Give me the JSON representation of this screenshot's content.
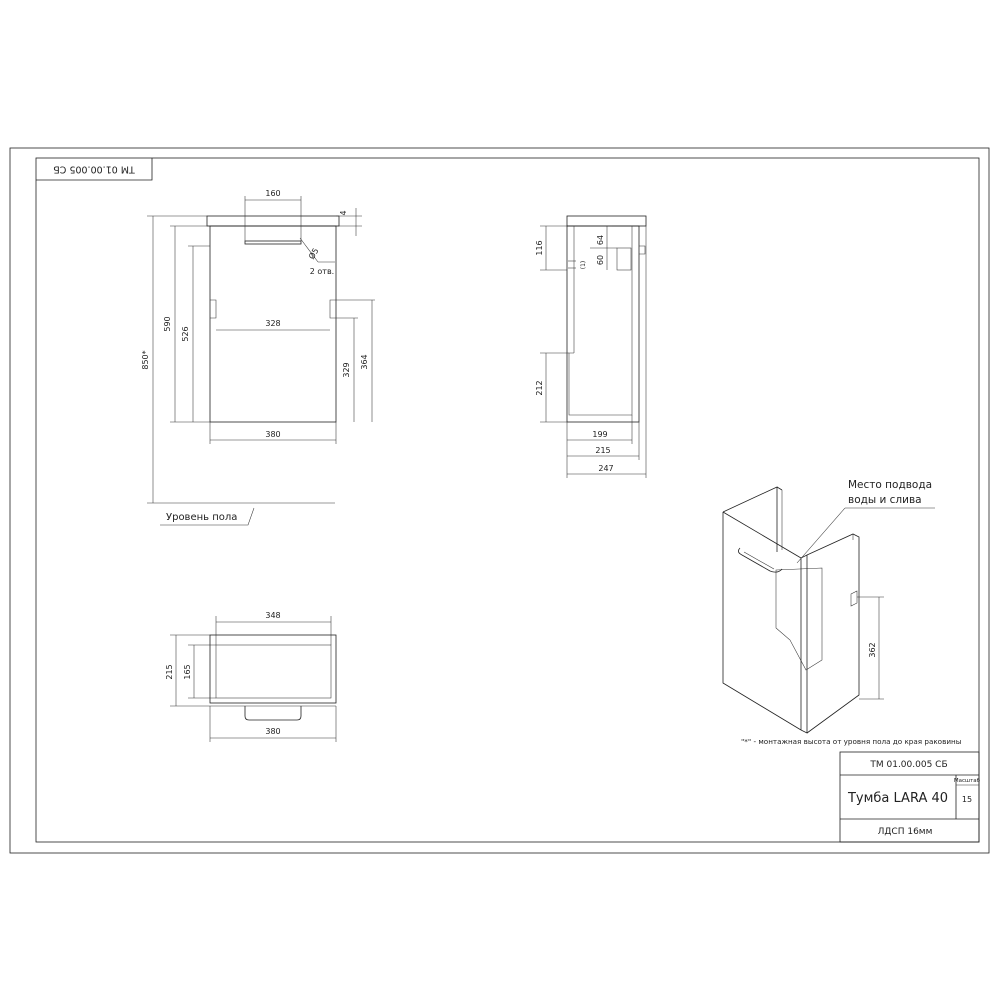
{
  "sheet": {
    "code_mirrored": "ТМ 01.00.005 СБ",
    "floor_label": "Уровень пола",
    "note": "\"*\" - монтажная высота от уровня пола до края раковины"
  },
  "front_view": {
    "dim_top_width": "160",
    "dim_top_thickness": "4",
    "hole_note_diameter": "Ø5",
    "hole_note_count": "2 отв.",
    "dim_height_total": "850*",
    "dim_height_body": "590",
    "dim_height_inner": "526",
    "dim_inner_width": "328",
    "dim_bracket_low": "329",
    "dim_bracket_high": "364",
    "dim_width": "380"
  },
  "side_view": {
    "dim_top_offset": "116",
    "dim_rail_a": "64",
    "dim_rail_b": "60",
    "dim_small": "(1)",
    "dim_cutout": "212",
    "dim_inner_depth": "199",
    "dim_body_depth": "215",
    "dim_total_depth": "247"
  },
  "top_view": {
    "dim_inner_width": "348",
    "dim_outer_depth": "215",
    "dim_inner_depth": "165",
    "dim_width": "380"
  },
  "iso_view": {
    "callout_line1": "Место подвода",
    "callout_line2": "воды и слива",
    "dim_height": "362"
  },
  "title_block": {
    "code": "ТМ 01.00.005 СБ",
    "product": "Тумба LARA 40",
    "scale_label": "Масштаб",
    "scale_value": "15",
    "material": "ЛДСП 16мм"
  }
}
